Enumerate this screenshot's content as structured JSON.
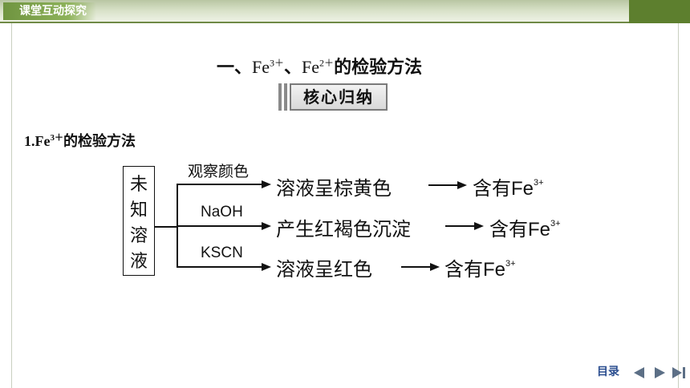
{
  "header": {
    "section_label": "课堂互动探究"
  },
  "title": {
    "prefix": "一、",
    "fe1": "Fe",
    "sup1": "3＋",
    "sep": "、",
    "fe2": "Fe",
    "sup2": "2＋",
    "suffix": "的检验方法"
  },
  "badge": {
    "label": "核心归纳"
  },
  "subtitle": {
    "number": "1.",
    "fe": "Fe",
    "sup": "3＋",
    "text": "的检验方法"
  },
  "diagram": {
    "source_chars": [
      "未",
      "知",
      "溶",
      "液"
    ],
    "branches": [
      {
        "reagent": "观察颜色",
        "result": "溶液呈棕黄色",
        "contains": "含有",
        "ion": "Fe",
        "charge": "3+"
      },
      {
        "reagent": "NaOH",
        "result": "产生红褐色沉淀",
        "contains": "含有",
        "ion": "Fe",
        "charge": "3+"
      },
      {
        "reagent": "KSCN",
        "result": "溶液呈红色",
        "contains": "含有",
        "ion": "Fe",
        "charge": "3+"
      }
    ]
  },
  "nav": {
    "toc_label": "目录",
    "icons": [
      "prev-icon",
      "next-icon",
      "last-icon"
    ],
    "icon_color": "#5c6f86"
  }
}
